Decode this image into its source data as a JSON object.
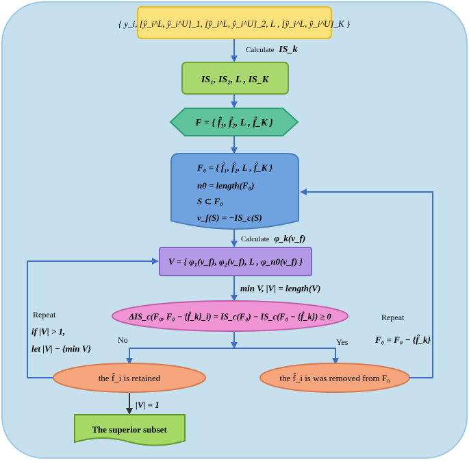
{
  "colors": {
    "background_panel": "#c6e0ee",
    "panel_border": "#9ec9e0",
    "arrow": "#3f6fc4",
    "yellow_fill": "#fbe27a",
    "yellow_stroke": "#e7b91e",
    "green_fill": "#a9d86f",
    "green_stroke": "#6d9f3a",
    "teal_fill": "#5fc49c",
    "teal_stroke": "#2f9a6e",
    "blue_fill": "#6fa3df",
    "blue_stroke": "#4a7cc0",
    "purple_fill": "#b49ae6",
    "purple_stroke": "#7d64c0",
    "pink_fill": "#ef95d6",
    "pink_stroke": "#c35ea8",
    "salmon_fill": "#f7a57c",
    "salmon_stroke": "#d77a4e",
    "final_fill": "#a6d866",
    "final_stroke": "#5f9b2c"
  },
  "nodes": {
    "input": "{ y_i, [ŷ_i^L, ŷ_i^U]_1, [ŷ_i^L, ŷ_i^U]_2, L , [ŷ_i^L, ŷ_i^U]_K }",
    "is_list": "IS₁, IS₂, L , IS_K",
    "feature_set": "F = { f̂₁, f̂₂, L , f̂_K }",
    "game_f0": "F₀ = { f̂₁, f̂₂, L , f̂_K }",
    "game_n0": "n0 = length(F₀)",
    "game_s": "S ⊂ F₀",
    "game_v": "v_f(S) = −IS_c(S)",
    "v_set": "V = { φ₁(v_f), φ₂(v_f), L , φ_n0(v_f) }",
    "condition": "ΔIS_c(F₀, F₀ − {f̂_k}_i) = IS_c(F₀) − IS_c(F₀ − {f̂_k}) ≥ 0",
    "retained": "the f̂_i is retained",
    "removed": "the f̂_i is was removed from F₀",
    "final": "The superior subset"
  },
  "labels": {
    "calc_is": "Calculate",
    "calc_is_sym": "IS_k",
    "calc_phi": "Calculate",
    "calc_phi_sym": "φ_k(v_f)",
    "min_v": "min V, |V| = length(V)",
    "no": "No",
    "yes": "Yes",
    "repeat_left": "Repeat",
    "if_line": "if  |V| > 1,",
    "let_line": "let |V| − {min V}",
    "repeat_right": "Repeat",
    "f0_update": "F₀ = F₀ − {f̂_k}",
    "v_eq_1": "|V| = 1"
  }
}
